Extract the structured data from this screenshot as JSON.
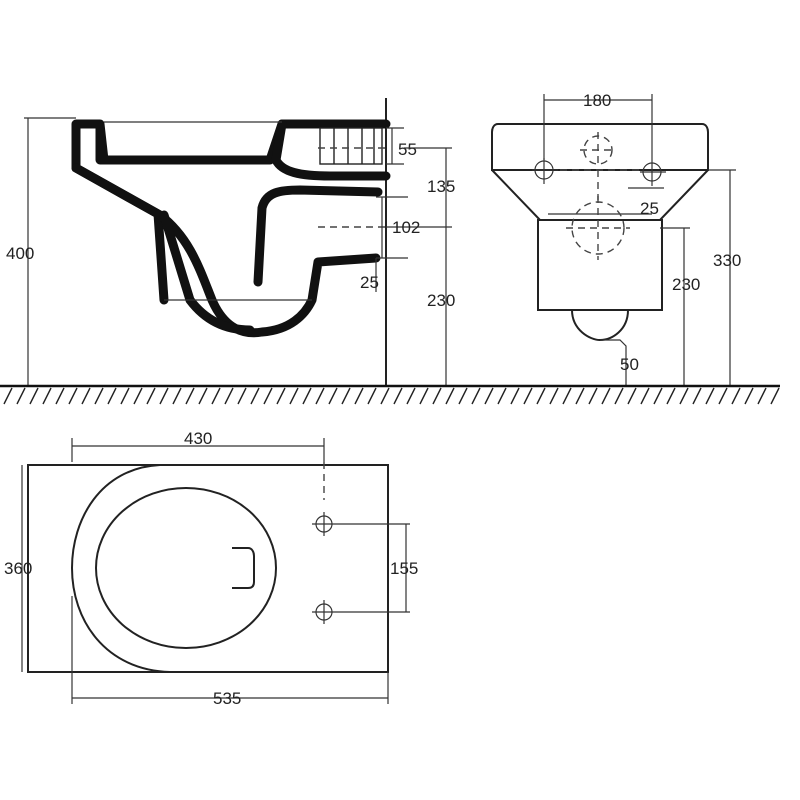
{
  "dimensions": {
    "side_height": "400",
    "top_offset": "55",
    "inlet_height": "135",
    "outlet_diameter": "102",
    "outlet_offset": "25",
    "outlet_height": "230",
    "bolt_spacing": "180",
    "bolt_offset": "25",
    "front_outlet_height": "230",
    "total_height": "330",
    "drain_offset": "50",
    "plan_length_to_bolts": "430",
    "plan_width": "360",
    "plan_bolt_spacing": "155",
    "plan_total_length": "535"
  },
  "colors": {
    "outline": "#111111",
    "line": "#333333",
    "background": "#ffffff"
  }
}
